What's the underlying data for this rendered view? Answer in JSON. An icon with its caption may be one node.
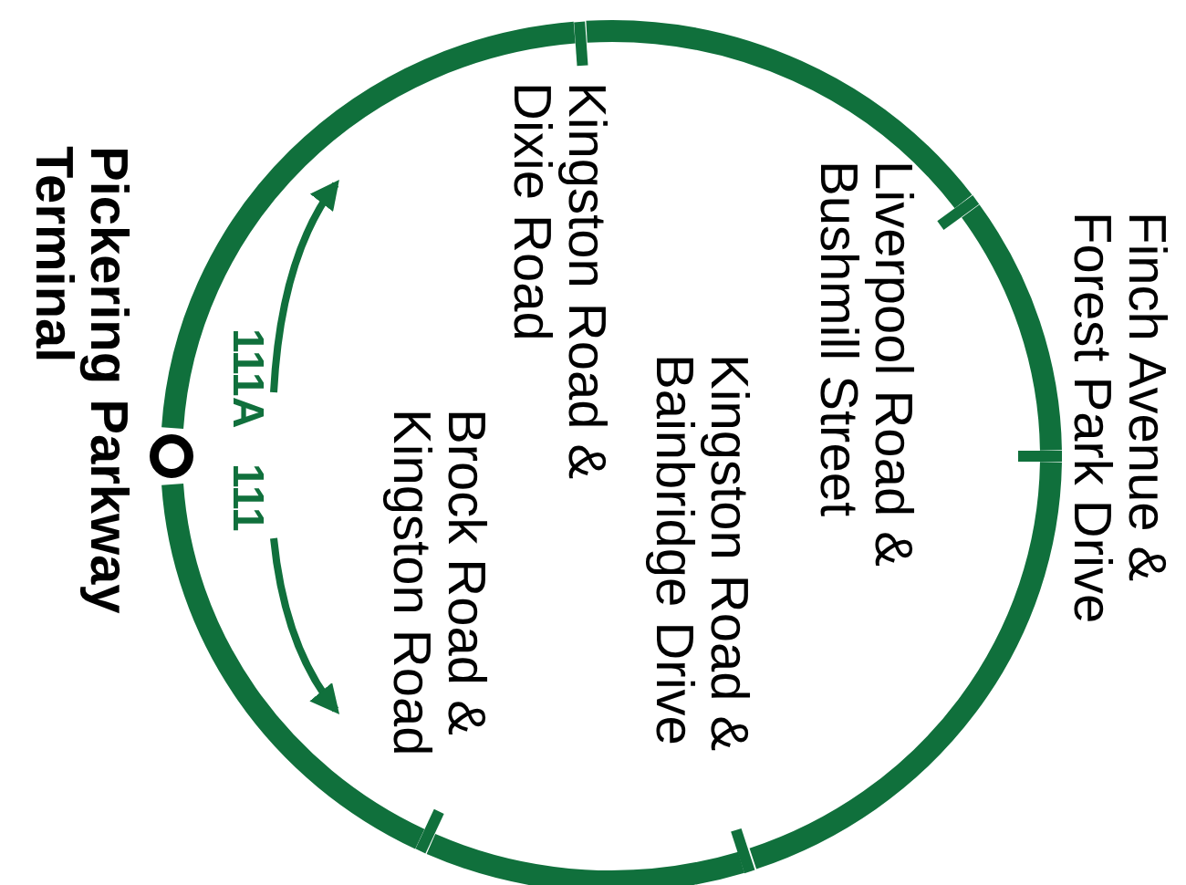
{
  "diagram": {
    "nodes": [
      {
        "text": [],
        "shape": "circle",
        "beside": [
          "Pickering Parkway Terminal"
        ]
      },
      {
        "text": [],
        "shape": "bar",
        "beside": [
          "Kingston Road & Dixie Road"
        ]
      },
      {
        "text": [],
        "shape": "bar",
        "beside": [
          "Liverpool Road & Bushmill Street"
        ]
      },
      {
        "text": [],
        "shape": "bar",
        "beside": [
          "Finch Avenue & Forest Park Drive"
        ]
      },
      {
        "text": [],
        "shape": "bar",
        "beside": [
          "Kingston Road & Bainbridge Drive"
        ]
      },
      {
        "text": [],
        "shape": "bar",
        "beside": [
          "Brock Road & Kingston Road"
        ]
      }
    ],
    "edges": [
      {
        "from": 0,
        "to": 1,
        "arrow": "none"
      },
      {
        "from": 1,
        "to": 2,
        "arrow": "none"
      },
      {
        "from": 2,
        "to": 3,
        "arrow": "none"
      },
      {
        "from": 3,
        "to": 4,
        "arrow": "none"
      },
      {
        "from": 4,
        "to": 5,
        "arrow": "none"
      },
      {
        "from": 5,
        "to": 0,
        "arrow": "none"
      }
    ],
    "labels": [
      "111A",
      "111"
    ]
  }
}
